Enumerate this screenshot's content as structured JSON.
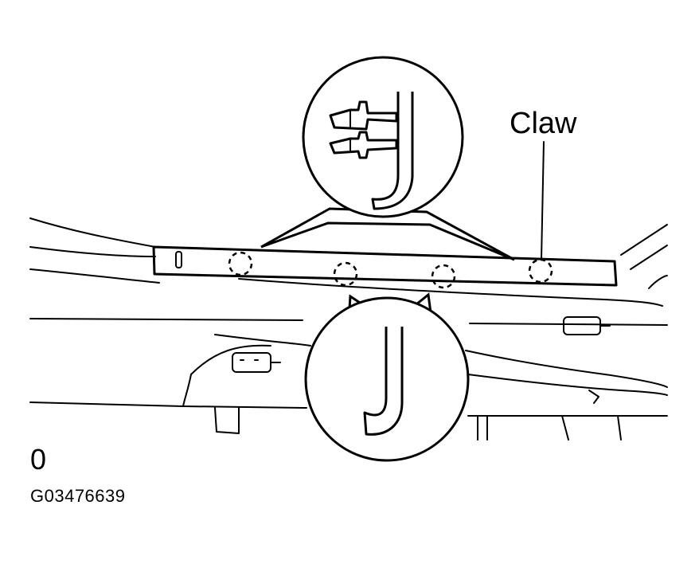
{
  "labels": {
    "claw": "Claw",
    "orientation_mark": "0",
    "figure_id": "G03476639"
  },
  "colors": {
    "line": "#000000",
    "background": "#ffffff"
  }
}
